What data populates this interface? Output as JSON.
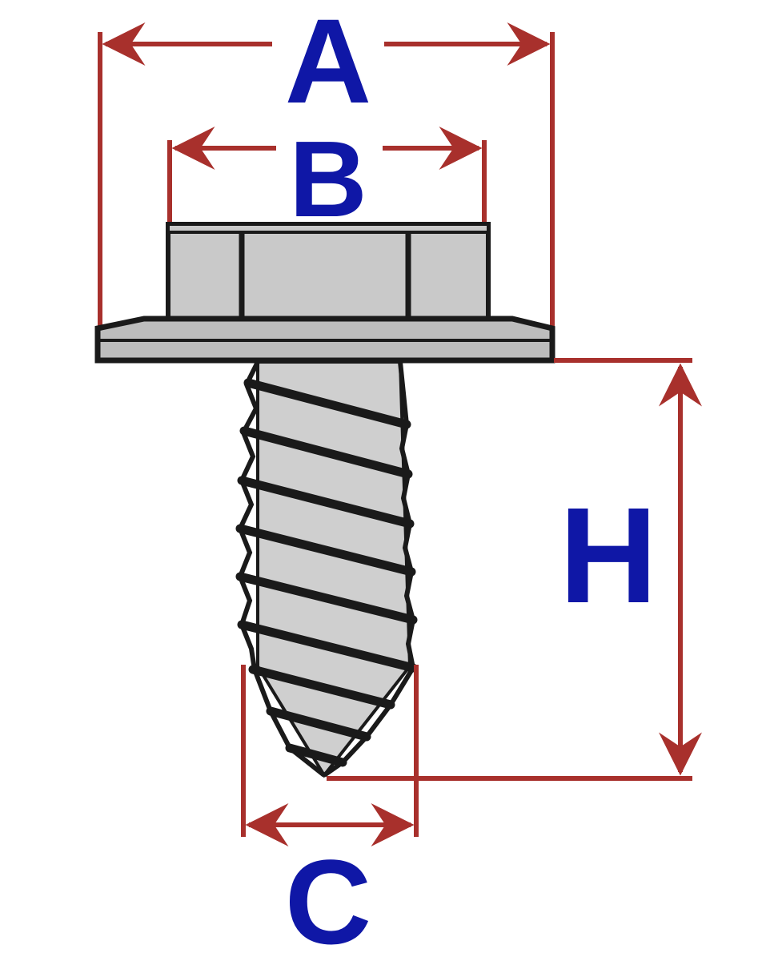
{
  "labels": {
    "a": "A",
    "b": "B",
    "h": "H",
    "c": "C"
  },
  "colors": {
    "dimension_line": "#a8302c",
    "label": "#0f17a6",
    "outline": "#1a1a1a",
    "head_fill": "#c9c9c9",
    "washer_fill": "#bdbdbd",
    "shank_fill": "#cfcfcf",
    "background": "#ffffff"
  }
}
